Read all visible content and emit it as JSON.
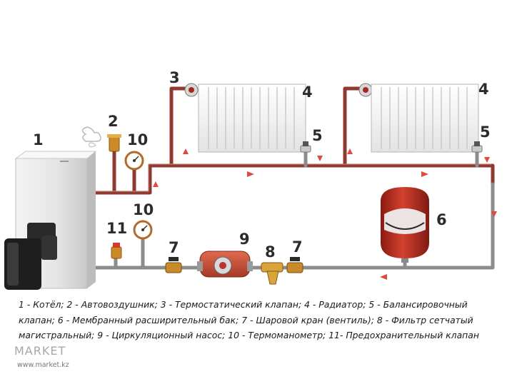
{
  "callouts": {
    "boiler": "1",
    "air_vent": "2",
    "thermo_valve_left": "3",
    "radiator_left": "4",
    "radiator_right": "4",
    "balancing_valve_left": "5",
    "balancing_valve_right": "5",
    "expansion_tank": "6",
    "ball_valve_left": "7",
    "ball_valve_right": "7",
    "filter": "8",
    "pump": "9",
    "thermomanometer_top": "10",
    "thermomanometer_bottom": "10",
    "safety_valve": "11"
  },
  "legend": "1 - Котёл; 2 - Автовоздушник; 3 - Термостатический клапан; 4 - Радиатор; 5 - Балансировочный клапан; 6 - Мембранный расширительный бак; 7 - Шаровой кран (вентиль); 8 -  Фильтр сетчатый магистральный; 9 - Циркуляционный насос; 10 - Термоманометр; 11- Предохранительный клапан",
  "watermark": {
    "logo": "MARKET",
    "url": "www.market.kz"
  },
  "colors": {
    "supply_pipe": "#8f3a2f",
    "return_pipe": "#8a8a8a",
    "pump": "#c14a32",
    "tank": "#b3271c",
    "flow_arrow": "#e2483d"
  }
}
